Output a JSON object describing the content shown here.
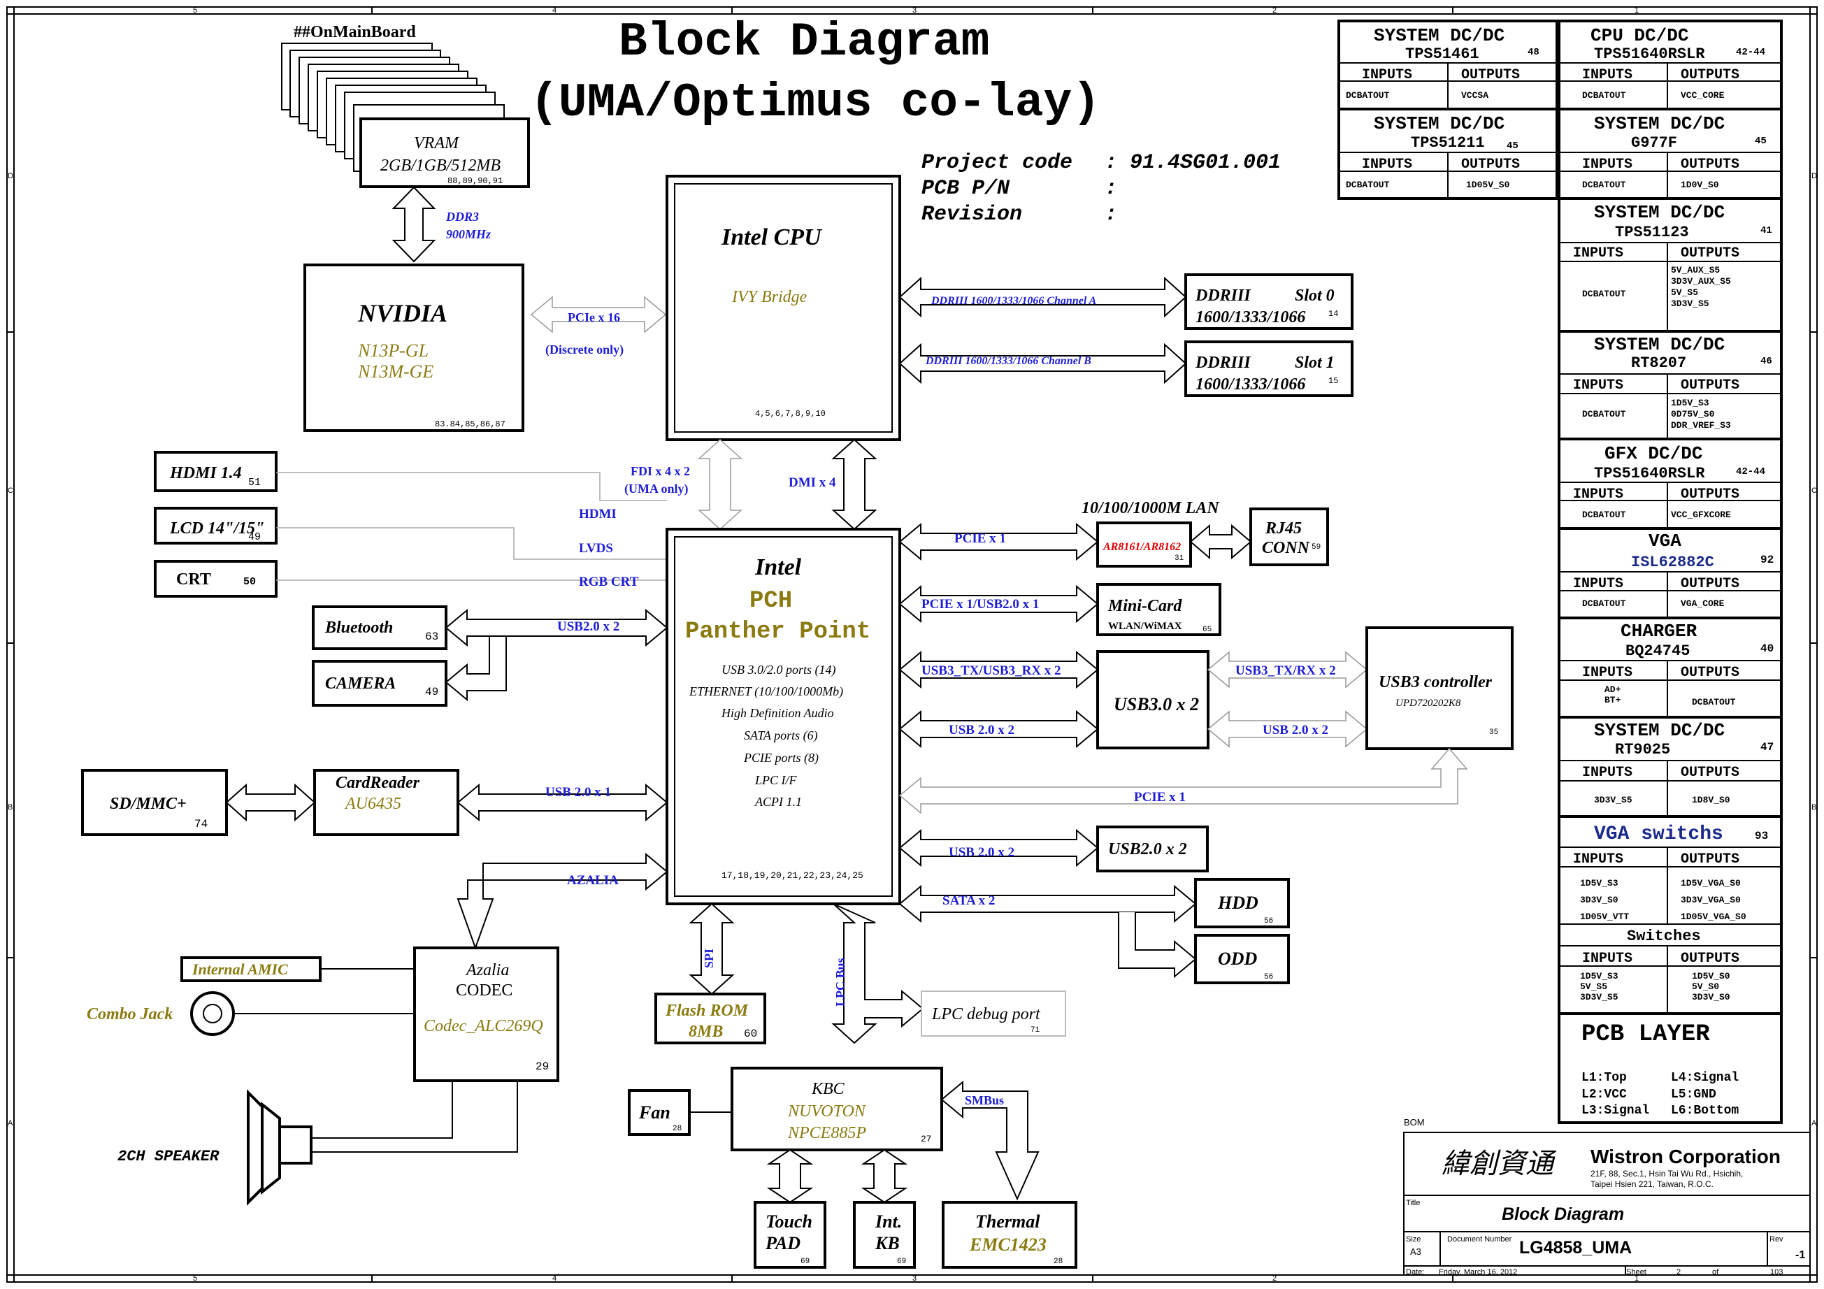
{
  "title": "Block Diagram",
  "subtitle": "(UMA/Optimus co-lay)",
  "on_main_board": "##OnMainBoard",
  "project": {
    "code_label": "Project code",
    "code_value": ": 91.4SG01.001",
    "pcb_label": "PCB P/N",
    "pcb_value": ":",
    "rev_label": "Revision",
    "rev_value": ":"
  },
  "border": {
    "cols": [
      "5",
      "4",
      "3",
      "2",
      "1"
    ],
    "rows": [
      "D",
      "C",
      "B",
      "A"
    ]
  },
  "blocks": {
    "vram": {
      "name": "VRAM",
      "size": "2GB/1GB/512MB",
      "pages": "88,89,90,91"
    },
    "ddr3_link": {
      "line1": "DDR3",
      "line2": "900MHz"
    },
    "nvidia": {
      "name": "NVIDIA",
      "model1": "N13P-GL",
      "model2": "N13M-GE",
      "pages": "83.84,85,86,87"
    },
    "pcie16": {
      "label": "PCIe  x 16",
      "note": "(Discrete only)"
    },
    "cpu": {
      "name": "Intel CPU",
      "code": "IVY Bridge",
      "pages": "4,5,6,7,8,9,10"
    },
    "ddr_a": {
      "bus": "DDRIII 1600/1333/1066 Channel A",
      "name": "DDRIII",
      "slot": "Slot 0",
      "speed": "1600/1333/1066",
      "page": "14"
    },
    "ddr_b": {
      "bus": "DDRIII 1600/1333/1066  Channel B",
      "name": "DDRIII",
      "slot": "Slot 1",
      "speed": "1600/1333/1066",
      "page": "15"
    },
    "hdmi": {
      "name": "HDMI 1.4",
      "page": "51",
      "bus": "HDMI"
    },
    "lcd": {
      "name": "LCD 14\"/15\"",
      "page": "49",
      "bus": "LVDS"
    },
    "crt": {
      "name": "CRT",
      "page": "50",
      "bus": "RGB CRT"
    },
    "fdi": {
      "label": "FDI  x 4  x 2",
      "note": "(UMA only)"
    },
    "dmi": {
      "label": "DMI  x 4"
    },
    "pch": {
      "vendor": "Intel",
      "name": "PCH",
      "code": "Panther Point",
      "features": [
        "USB 3.0/2.0 ports (14)",
        "ETHERNET (10/100/1000Mb)",
        "High Definition Audio",
        "SATA ports (6)",
        "PCIE ports (8)",
        "LPC I/F",
        "ACPI 1.1"
      ],
      "pages": "17,18,19,20,21,22,23,24,25"
    },
    "bluetooth": {
      "name": "Bluetooth",
      "page": "63"
    },
    "camera": {
      "name": "CAMERA",
      "page": "49"
    },
    "usb2x2_left": {
      "label": "USB2.0  x 2"
    },
    "sd": {
      "name": "SD/MMC+",
      "page": "74"
    },
    "cardreader": {
      "name": "CardReader",
      "chip": "AU6435",
      "bus": "USB 2.0  x 1"
    },
    "azalia_bus": {
      "label": "AZALIA"
    },
    "lan": {
      "title": "10/100/1000M LAN",
      "chip": "AR8161/AR8162",
      "page": "31",
      "bus": "PCIE  x 1"
    },
    "rj45": {
      "name": "RJ45",
      "name2": "CONN",
      "page": "59"
    },
    "minicard": {
      "name": "Mini-Card",
      "sub": "WLAN/WiMAX",
      "page": "65",
      "bus": "PCIE  x 1/USB2.0  x 1"
    },
    "usb30": {
      "name": "USB3.0 x 2",
      "bus1": "USB3_TX/USB3_RX x 2",
      "bus2": "USB 2.0 x 2"
    },
    "usb3ctrl": {
      "name": "USB3 controller",
      "chip": "UPD720202K8",
      "page": "35",
      "bus1": "USB3_TX/RX x 2",
      "bus2": "USB 2.0 x 2"
    },
    "pcie_x1": {
      "label": "PCIE  x 1"
    },
    "usb20": {
      "name": "USB2.0 x 2",
      "bus": "USB 2.0 x 2"
    },
    "sata": {
      "label": "SATA  x 2"
    },
    "hdd": {
      "name": "HDD",
      "page": "56"
    },
    "odd": {
      "name": "ODD",
      "page": "56"
    },
    "codec": {
      "name": "Azalia",
      "name2": "CODEC",
      "chip": "Codec_ALC269Q",
      "page": "29"
    },
    "amic": {
      "name": "Internal AMIC"
    },
    "combo": {
      "name": "Combo Jack"
    },
    "speaker": {
      "name": "2CH SPEAKER"
    },
    "spi": {
      "label": "SPI"
    },
    "lpc_bus": {
      "label": "LPC Bus"
    },
    "flash": {
      "name": "Flash ROM",
      "size": "8MB",
      "page": "60"
    },
    "lpcdebug": {
      "name": "LPC debug  port",
      "page": "71"
    },
    "kbc": {
      "name": "KBC",
      "vendor": "NUVOTON",
      "chip": "NPCE885P",
      "page": "27"
    },
    "smbus": {
      "label": "SMBus"
    },
    "fan": {
      "name": "Fan",
      "page": "28"
    },
    "touchpad": {
      "name": "Touch",
      "name2": "PAD",
      "page": "69"
    },
    "intkb": {
      "name": "Int.",
      "name2": "KB",
      "page": "69"
    },
    "thermal": {
      "name": "Thermal",
      "chip": "EMC1423",
      "page": "28"
    }
  },
  "power": {
    "col_inputs": "INPUTS",
    "col_outputs": "OUTPUTS",
    "sys_tps51461": {
      "title": "SYSTEM DC/DC",
      "chip": "TPS51461",
      "page": "48",
      "in": "DCBATOUT",
      "out": "VCCSA"
    },
    "cpu_dcdc": {
      "title": "CPU DC/DC",
      "chip": "TPS51640RSLR",
      "page": "42-44",
      "in": "DCBATOUT",
      "out": "VCC_CORE"
    },
    "sys_tps51211": {
      "title": "SYSTEM DC/DC",
      "chip": "TPS51211",
      "page": "45",
      "in": "DCBATOUT",
      "out": "1D05V_S0"
    },
    "sys_g977f": {
      "title": "SYSTEM DC/DC",
      "chip": "G977F",
      "page": "45",
      "in": "DCBATOUT",
      "out": "1D0V_S0"
    },
    "sys_tps51123": {
      "title": "SYSTEM DC/DC",
      "chip": "TPS51123",
      "page": "41",
      "in": "DCBATOUT",
      "outs": [
        "5V_AUX_S5",
        "3D3V_AUX_S5",
        "5V_S5",
        "3D3V_S5"
      ]
    },
    "sys_rt8207": {
      "title": "SYSTEM DC/DC",
      "chip": "RT8207",
      "page": "46",
      "in": "DCBATOUT",
      "outs": [
        "1D5V_S3",
        "0D75V_S0",
        "DDR_VREF_S3"
      ]
    },
    "gfx_dcdc": {
      "title": "GFX DC/DC",
      "chip": "TPS51640RSLR",
      "page": "42-44",
      "in": "DCBATOUT",
      "out": "VCC_GFXCORE"
    },
    "vga": {
      "title": "VGA",
      "chip": "ISL62882C",
      "page": "92",
      "in": "DCBATOUT",
      "out": "VGA_CORE"
    },
    "charger": {
      "title": "CHARGER",
      "chip": "BQ24745",
      "page": "40",
      "ins": [
        "AD+",
        "BT+"
      ],
      "out": "DCBATOUT"
    },
    "sys_rt9025": {
      "title": "SYSTEM DC/DC",
      "chip": "RT9025",
      "page": "47",
      "in": "3D3V_S5",
      "out": "1D8V_S0"
    },
    "vga_switch": {
      "title": "VGA switchs",
      "page": "93",
      "ins": [
        "1D5V_S3",
        "3D3V_S0",
        "1D05V_VTT"
      ],
      "outs": [
        "1D5V_VGA_S0",
        "3D3V_VGA_S0",
        "1D05V_VGA_S0"
      ]
    },
    "switches": {
      "title": "Switches",
      "ins": [
        "1D5V_S3",
        "5V_S5",
        "3D3V_S5"
      ],
      "outs": [
        "1D5V_S0",
        "5V_S0",
        "3D3V_S0"
      ]
    }
  },
  "pcb_layer": {
    "title": "PCB LAYER",
    "layers": [
      "L1:Top",
      "L2:VCC",
      "L3:Signal",
      "L4:Signal",
      "L5:GND",
      "L6:Bottom"
    ]
  },
  "title_block": {
    "bom": "BOM",
    "chinese": "緯創資通",
    "company": "Wistron Corporation",
    "addr1": "21F, 88, Sec.1, Hsin Tai Wu Rd., Hsichih,",
    "addr2": "Taipei Hsien 221, Taiwan, R.O.C.",
    "title_label": "Title",
    "title": "Block Diagram",
    "size_label": "Size",
    "size": "A3",
    "docnum_label": "Document Number",
    "docnum": "LG4858_UMA",
    "rev_label": "Rev",
    "rev": "-1",
    "date_label": "Date:",
    "date": "Friday, March 16, 2012",
    "sheet_label": "Sheet",
    "sheet": "2",
    "of_label": "of",
    "total": "103"
  }
}
